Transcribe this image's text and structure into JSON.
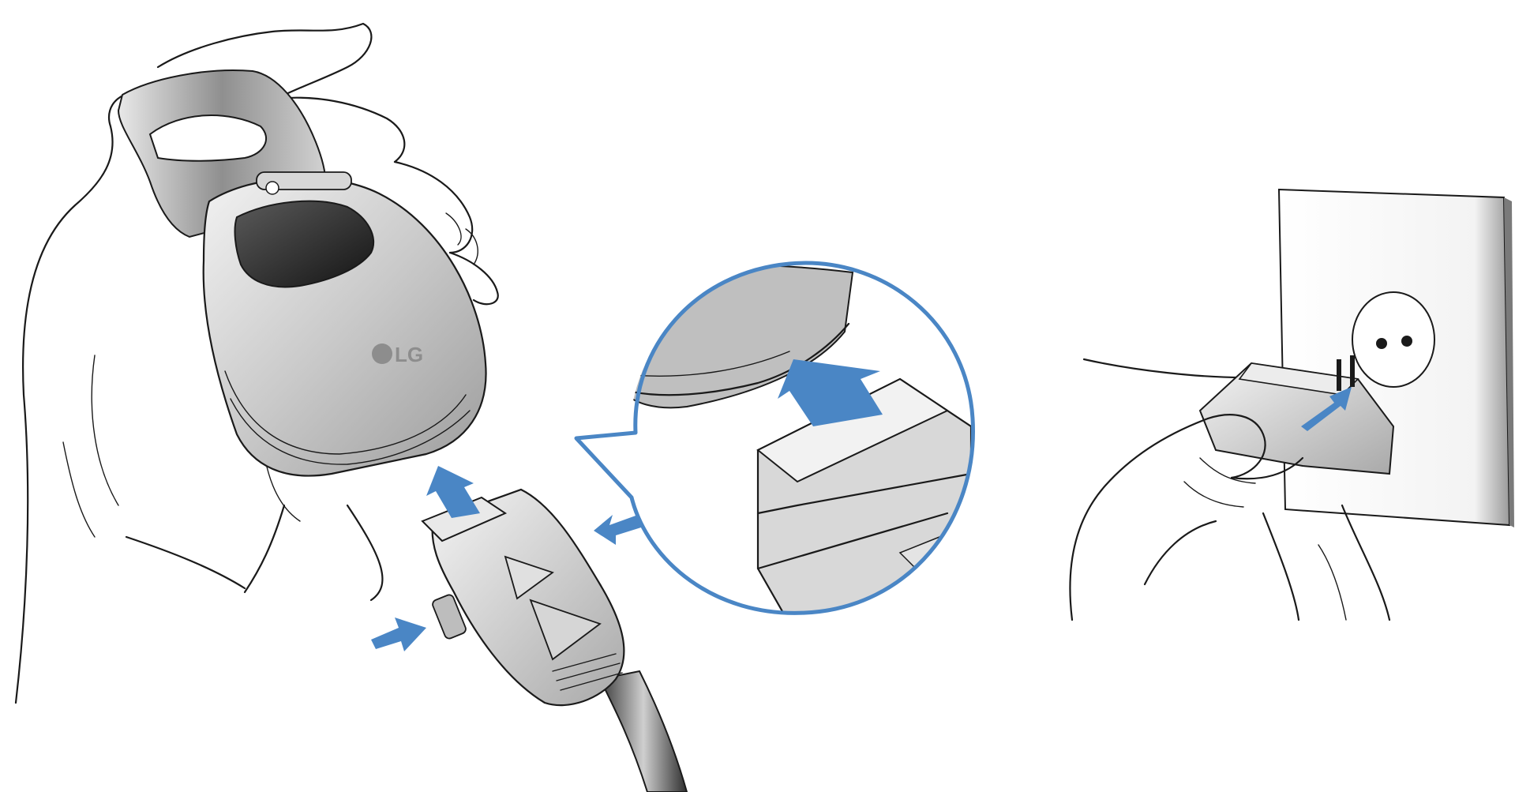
{
  "illustration": {
    "phone_logo": "LG",
    "accent_color": "#4a86c5",
    "panels": [
      "phone-and-charger-connector",
      "connector-detail-magnified",
      "adapter-into-wall-outlet"
    ]
  }
}
